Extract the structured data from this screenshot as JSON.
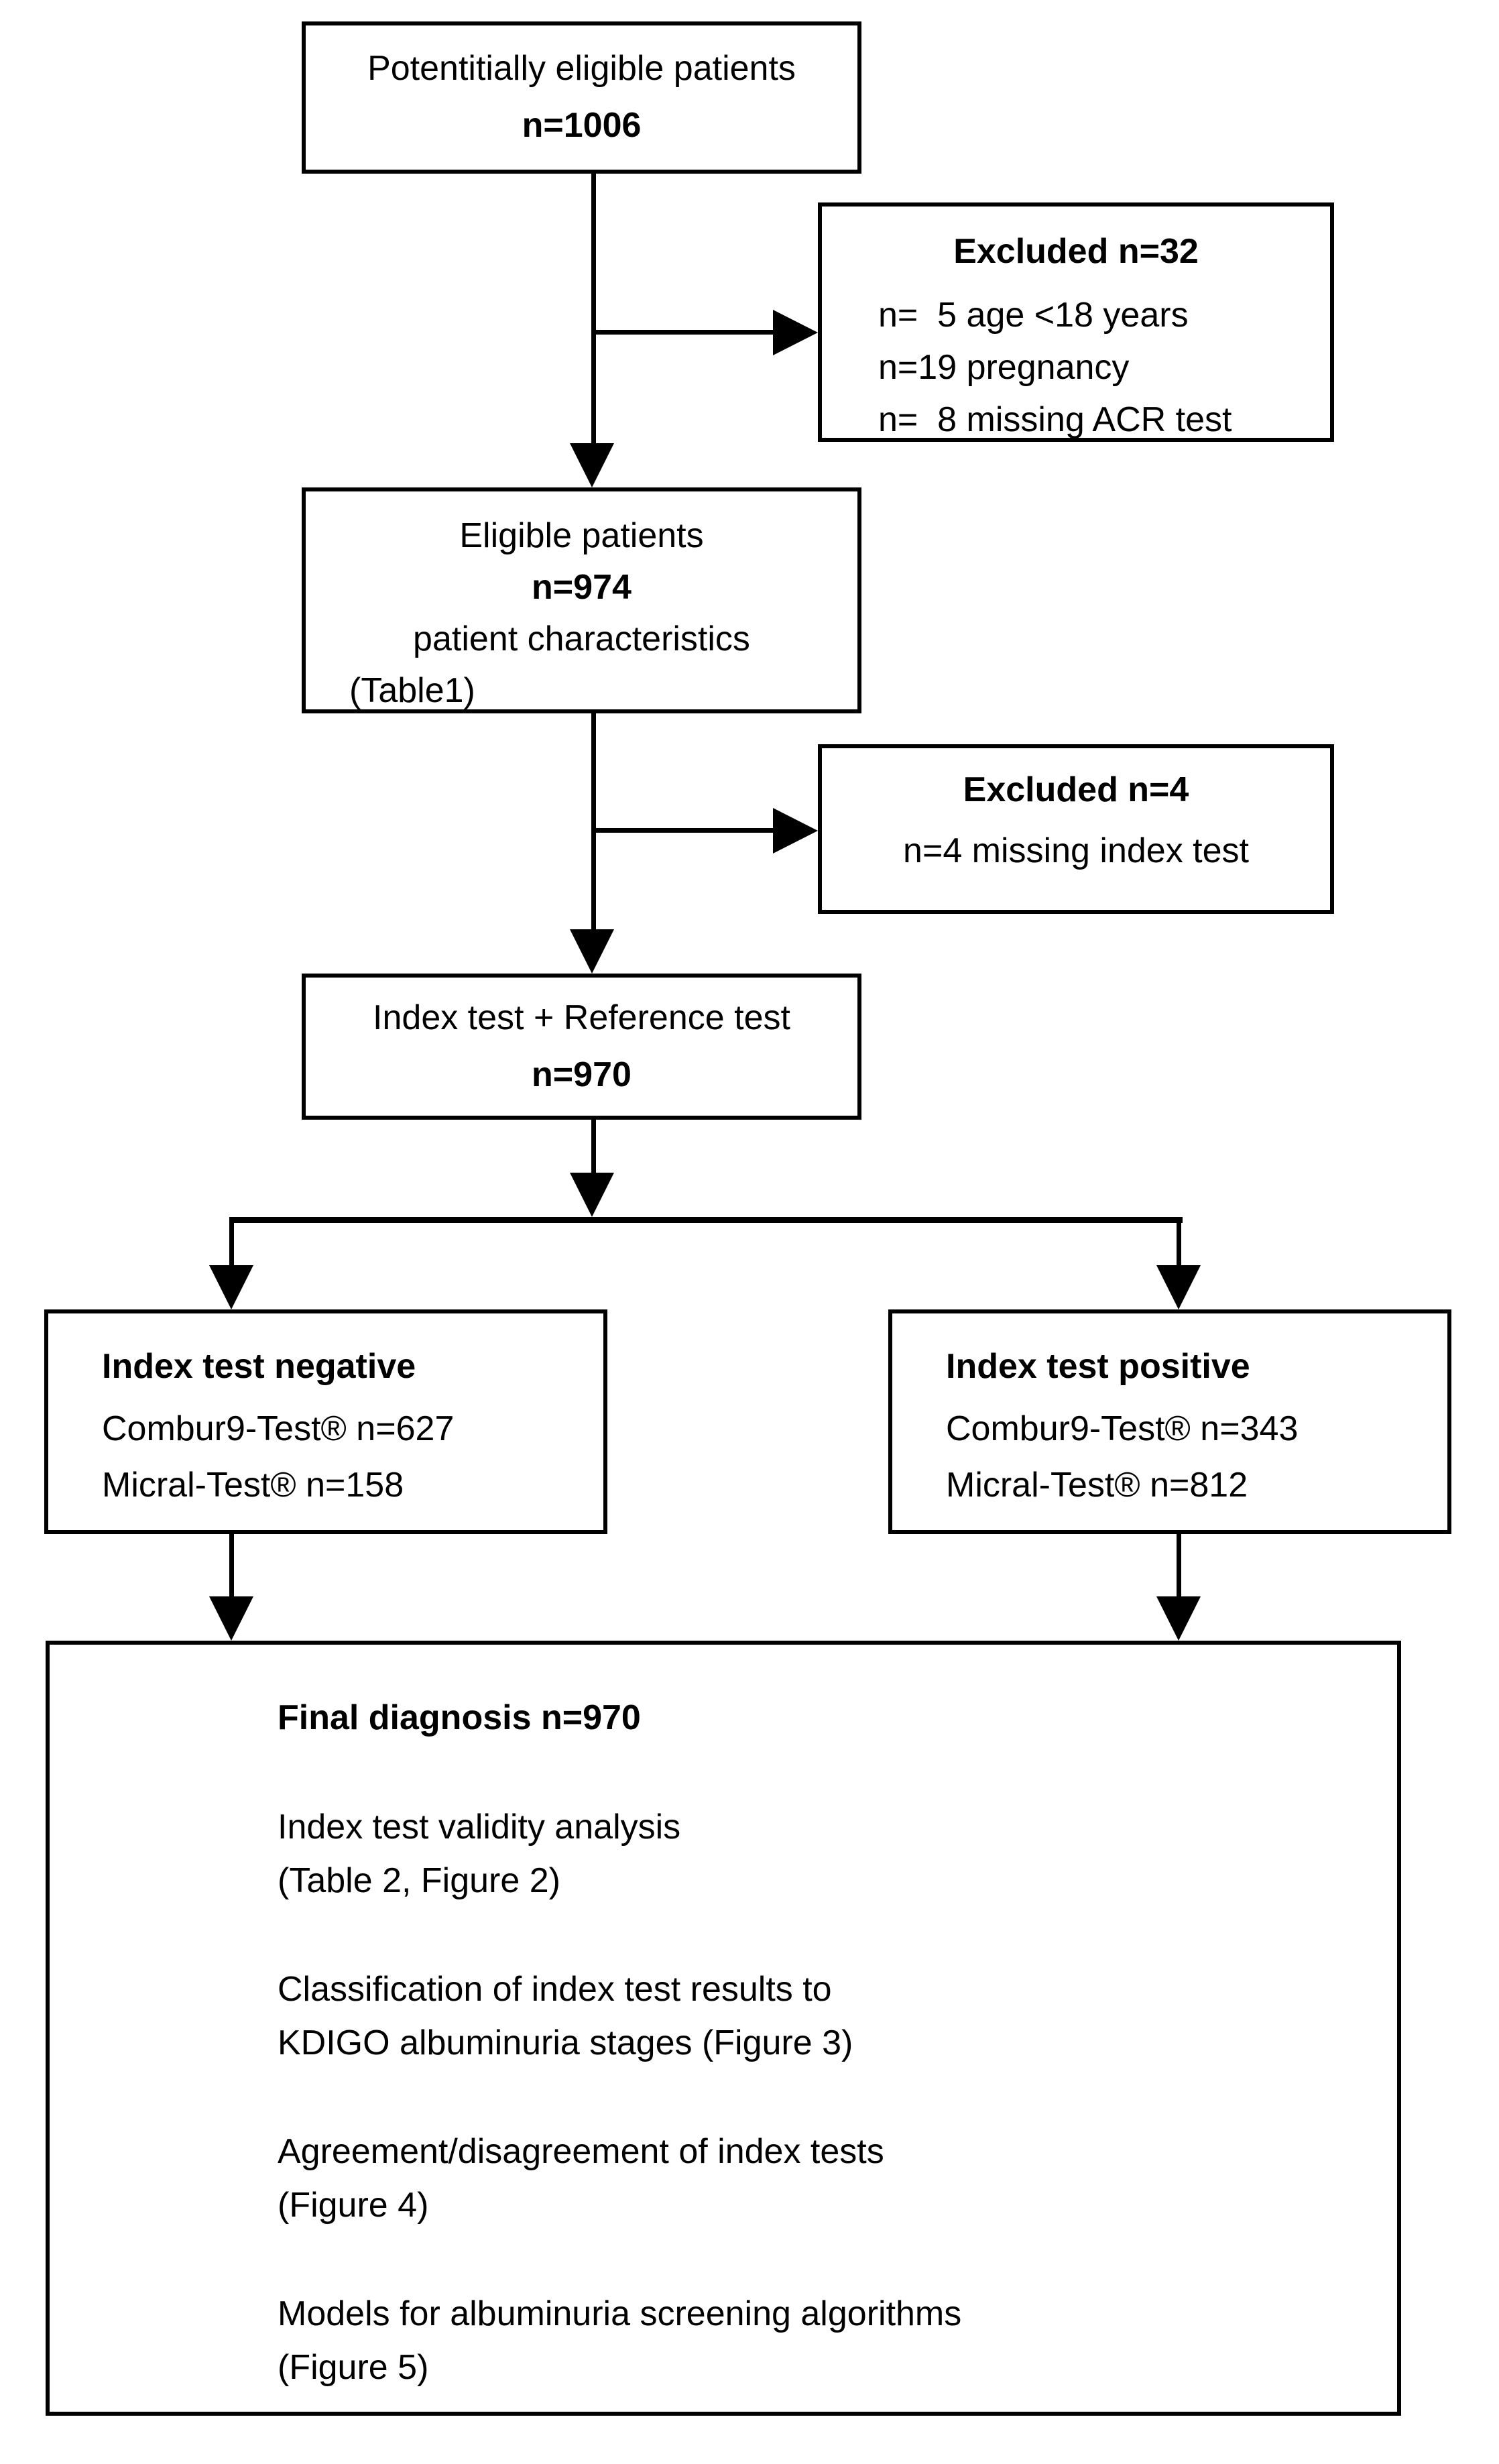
{
  "colors": {
    "line": "#000000",
    "background": "#ffffff",
    "text": "#000000"
  },
  "flow": {
    "potentially_eligible": {
      "label": "Potentitially eligible patients",
      "n": "n=1006"
    },
    "excluded_32": {
      "title": "Excluded n=32",
      "items": [
        "n=  5 age <18 years",
        "n=19 pregnancy",
        "n=  8 missing ACR test"
      ]
    },
    "eligible": {
      "label": "Eligible patients",
      "n": "n=974",
      "line3": "patient characteristics",
      "line4": "(Table1)"
    },
    "excluded_4": {
      "title": "Excluded n=4",
      "item": "n=4 missing index test"
    },
    "index_reference": {
      "label": "Index test + Reference test",
      "n": "n=970"
    },
    "index_negative": {
      "title": "Index test negative",
      "items": [
        "Combur9-Test® n=627",
        "Micral-Test® n=158"
      ]
    },
    "index_positive": {
      "title": "Index test positive",
      "items": [
        "Combur9-Test® n=343",
        "Micral-Test® n=812"
      ]
    },
    "final": {
      "title": "Final diagnosis n=970",
      "paragraphs": [
        [
          "Index test validity analysis",
          "(Table 2, Figure 2)"
        ],
        [
          "Classification of index test results to",
          "KDIGO albuminuria stages (Figure 3)"
        ],
        [
          "Agreement/disagreement of index tests",
          "(Figure 4)"
        ],
        [
          "Models for albuminuria screening algorithms",
          "(Figure 5)"
        ]
      ]
    }
  }
}
